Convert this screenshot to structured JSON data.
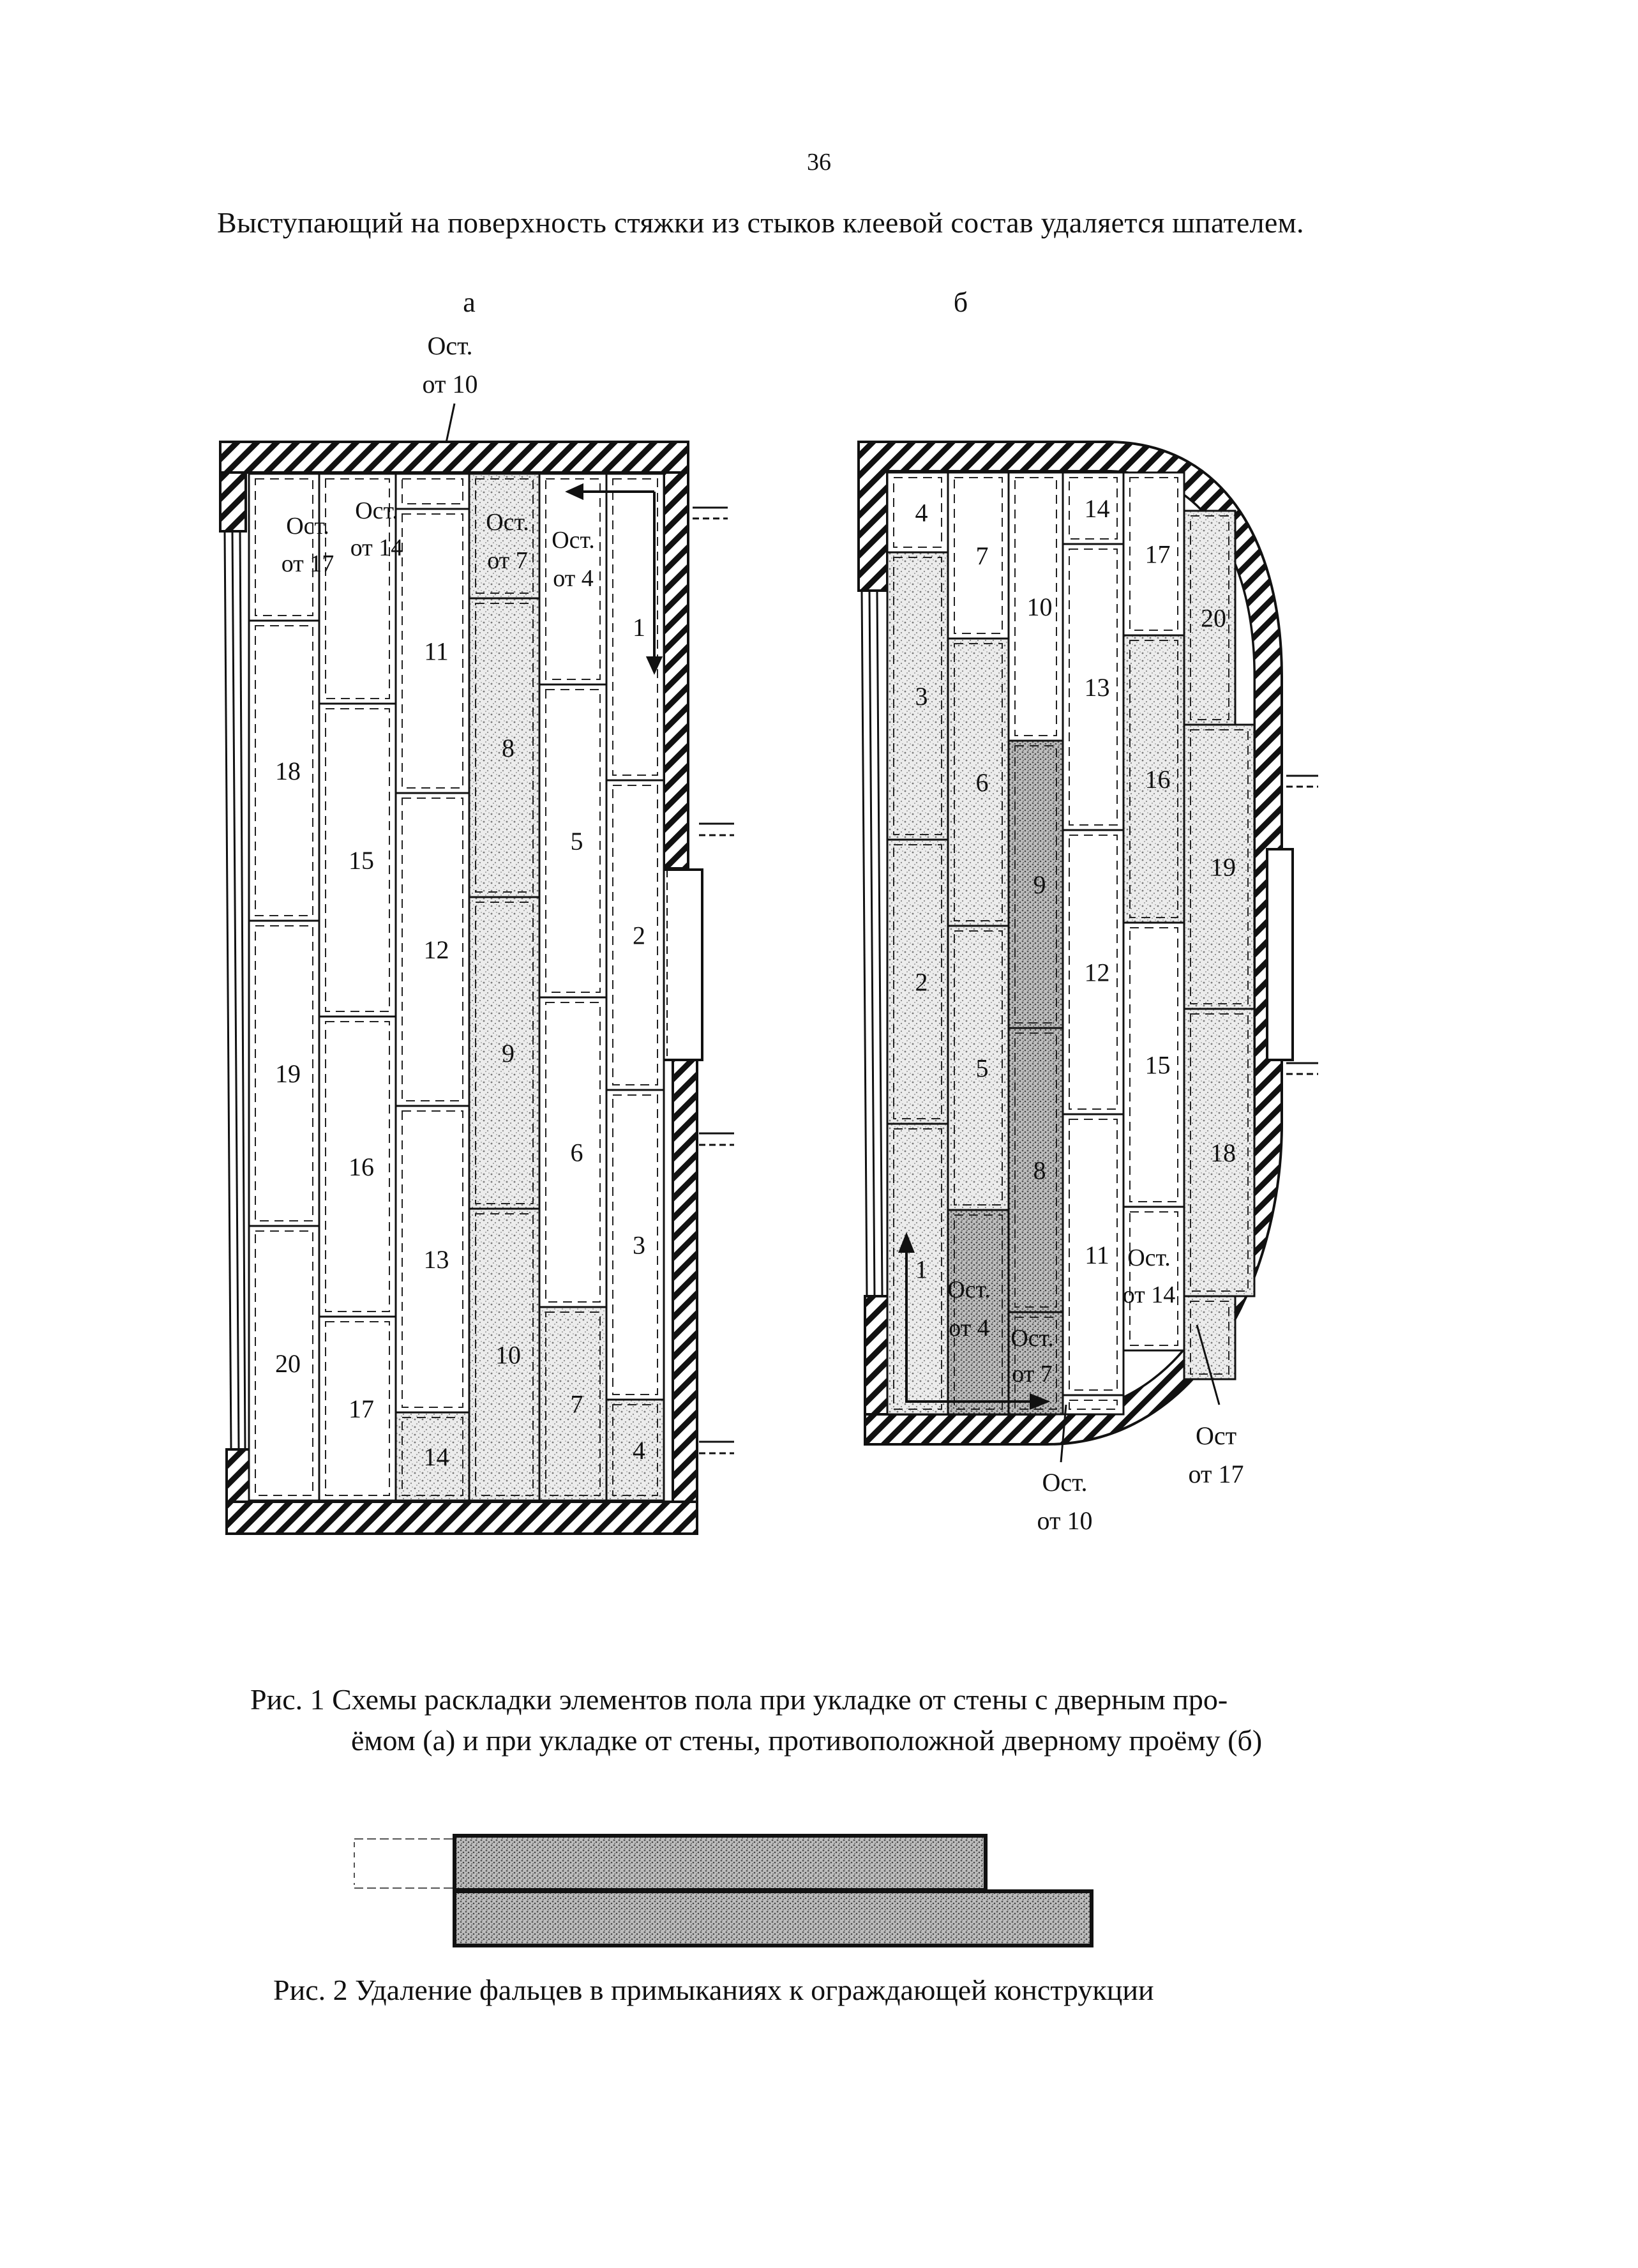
{
  "page": {
    "number": "36"
  },
  "intro_text": "Выступающий на поверхность стяжки из стыков клеевой состав удаляется шпателем.",
  "figure1": {
    "panel_a": {
      "label": "а",
      "top_callout": [
        "Ост.",
        "от 10"
      ],
      "remnants": [
        [
          "Ост.",
          "от 17"
        ],
        [
          "Ост.",
          "от 14"
        ],
        [
          "Ост.",
          "от 7"
        ],
        [
          "Ост.",
          "от 4"
        ]
      ],
      "tiles": [
        "1",
        "2",
        "3",
        "4",
        "5",
        "6",
        "7",
        "8",
        "9",
        "10",
        "11",
        "12",
        "13",
        "14",
        "15",
        "16",
        "17",
        "18",
        "19",
        "20"
      ]
    },
    "panel_b": {
      "label": "б",
      "remnants": [
        [
          "Ост.",
          "от 4"
        ],
        [
          "Ост.",
          "от 7"
        ],
        [
          "Ост.",
          "от 14"
        ]
      ],
      "bottom_callouts": [
        [
          "Ост.",
          "от 10"
        ],
        [
          "Ост",
          "от 17"
        ]
      ],
      "tiles": [
        "1",
        "2",
        "3",
        "4",
        "5",
        "6",
        "7",
        "8",
        "9",
        "10",
        "11",
        "12",
        "13",
        "14",
        "15",
        "16",
        "17",
        "18",
        "19",
        "20"
      ]
    },
    "caption_line1": "Рис. 1  Схемы раскладки элементов пола при укладке от стены с дверным про-",
    "caption_line2": "ёмом (а) и при укладке от стены, противоположной дверному проёму (б)"
  },
  "figure2": {
    "caption": "Рис. 2 Удаление фальцев в примыканиях к ограждающей конструкции"
  },
  "colors": {
    "ink": "#111111",
    "board": "#ffffff",
    "board_dotted": "#d6d6d6",
    "dark_board": "#505050"
  }
}
